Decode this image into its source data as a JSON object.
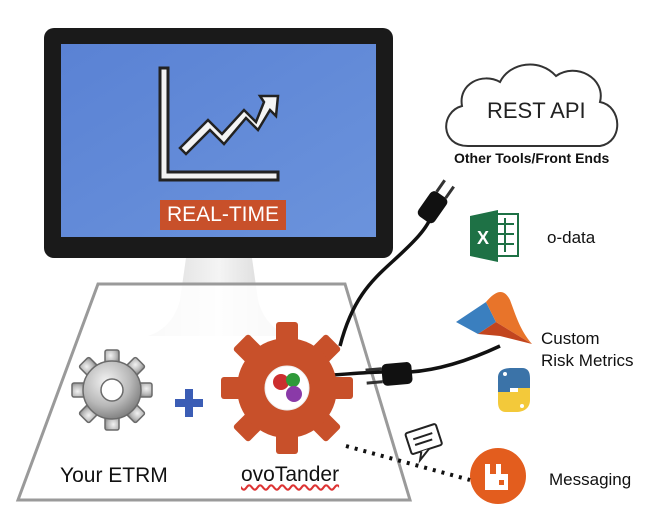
{
  "screen": {
    "badge": "REAL-TIME"
  },
  "cloud": {
    "title": "REST API",
    "subtitle": "Other Tools/Front Ends"
  },
  "integrations": {
    "odata": "o-data",
    "risk_line1": "Custom",
    "risk_line2": "Risk Metrics",
    "messaging": "Messaging"
  },
  "components": {
    "etrm": "Your ETRM",
    "ovotander": "ovoTander",
    "plus": "+"
  },
  "colors": {
    "screen_blue": "#5b86d6",
    "monitor_frame": "#1a1a1a",
    "accent_orange": "#c8502a",
    "excel_green": "#1e7145",
    "plus_blue": "#3b5db5",
    "rabbit_orange": "#e35d1e"
  },
  "icons": [
    "trend-chart-icon",
    "cloud-icon",
    "plug-icon",
    "excel-icon",
    "matlab-icon",
    "python-icon",
    "rabbitmq-icon",
    "message-icon",
    "gear-icon",
    "plus-icon"
  ]
}
